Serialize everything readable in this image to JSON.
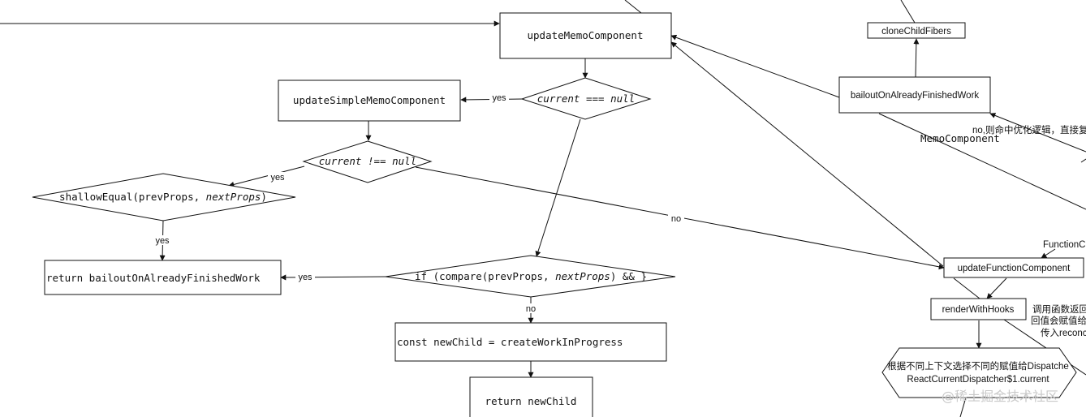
{
  "nodes": {
    "update_memo": "updateMemoComponent",
    "clone_child": "cloneChildFibers",
    "bailout_right": "bailoutOnAlreadyFinishedWork",
    "update_simple_memo": "updateSimpleMemoComponent",
    "current_null": "current === null",
    "current_not_null": "current !== null",
    "shallow_fn": "shallowEqual(prevProps, ",
    "shallow_arg": "nextProps",
    "shallow_end": ")",
    "return_bailout": "return bailoutOnAlreadyFinishedWork",
    "compare_pre": "if (compare(prevProps, ",
    "compare_arg": "nextProps",
    "compare_post": ") && }",
    "const_new_child": "const newChild = createWorkInProgress",
    "return_new_child": "return newChild",
    "update_function": "updateFunctionComponent",
    "function_c": "FunctionC",
    "render_with_hooks": "renderWithHooks",
    "dispatcher_line1": "根据不同上下文选择不同的赋值给Dispatche",
    "dispatcher_line2": "ReactCurrentDispatcher$1.current"
  },
  "edge_labels": {
    "yes_simple": "yes",
    "yes_shallow": "yes",
    "yes_below_shallow": "yes",
    "yes_return": "yes",
    "no_long": "no",
    "no_compare": "no"
  },
  "notes": {
    "memo_component": "MemoComponent",
    "no_hit": "no,则命中优化逻辑，直接复",
    "call_line1": "调用函数返回",
    "call_line2": "回值会赋值给",
    "call_line3": "传入reconc"
  },
  "watermark": "@稀土掘金技术社区"
}
